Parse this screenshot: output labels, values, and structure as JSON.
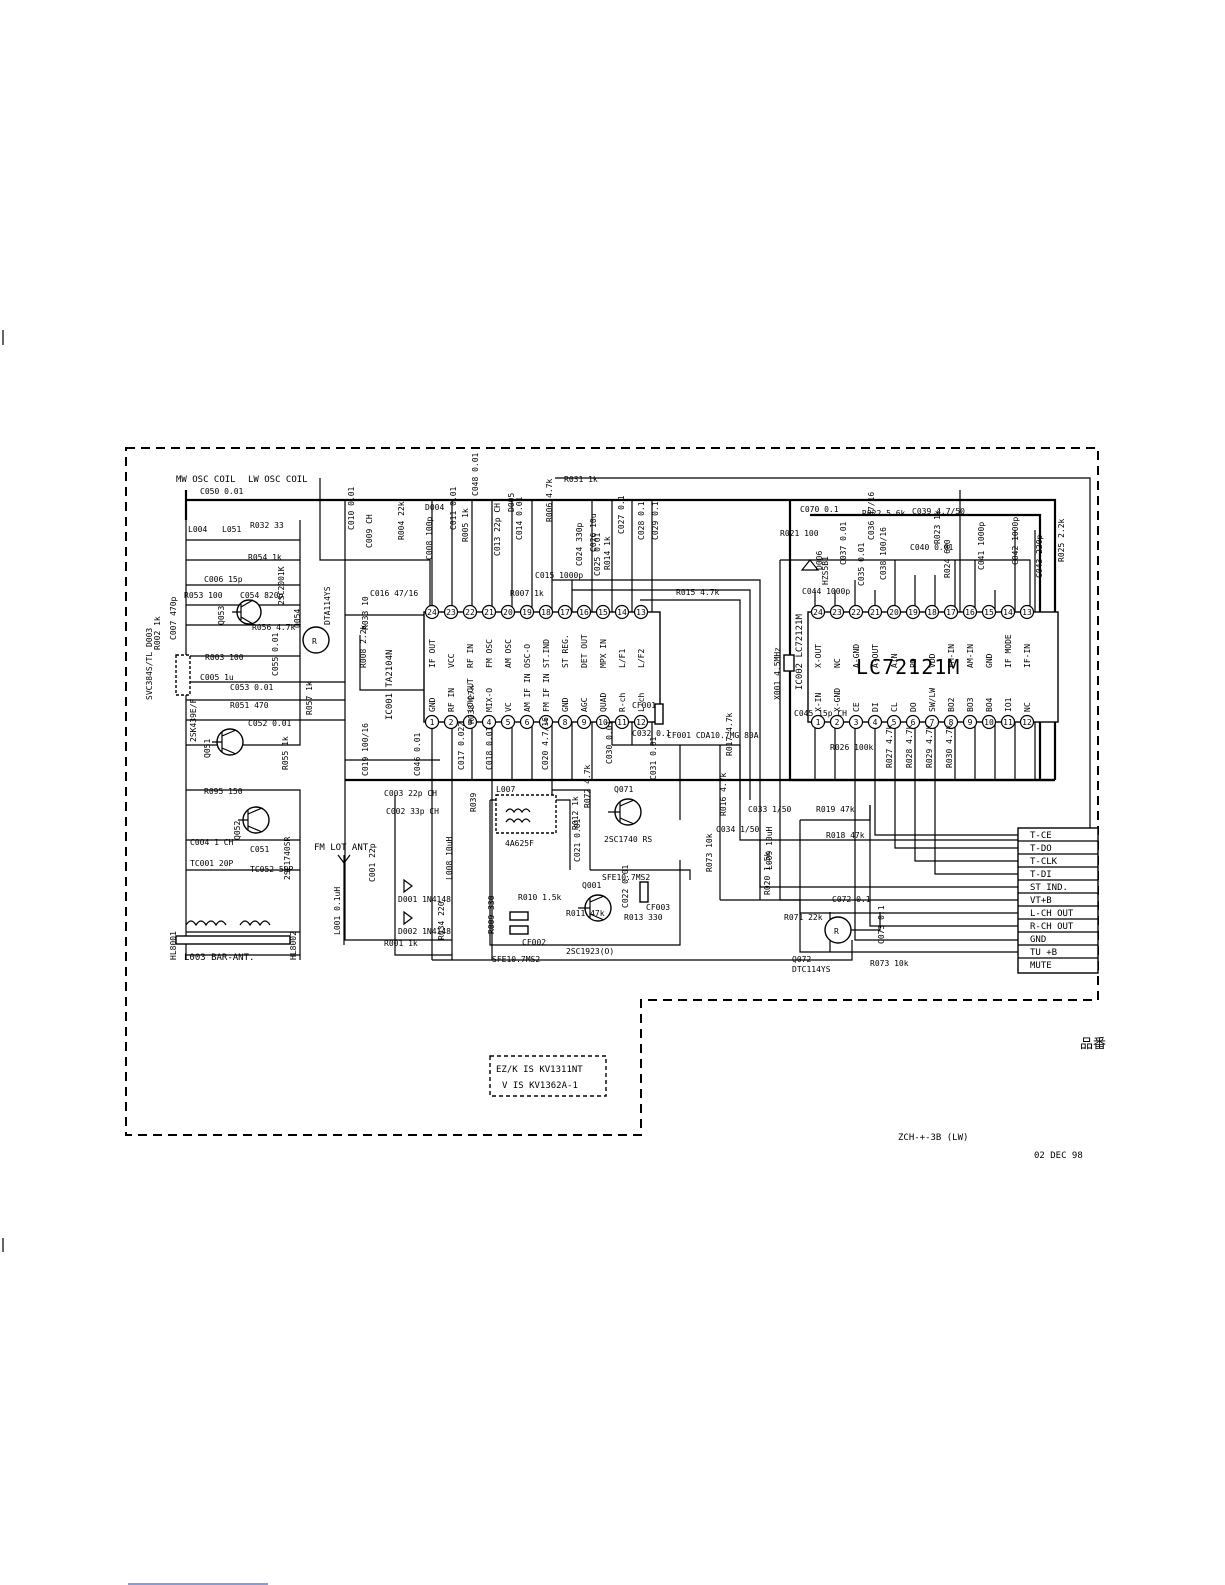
{
  "coil_labels": [
    "MW OSC COIL",
    "LW OSC COIL"
  ],
  "ic1": {
    "ref": "IC001 TA2104N",
    "top_pins": [
      {
        "n": "24",
        "f": "IF OUT"
      },
      {
        "n": "23",
        "f": "VCC"
      },
      {
        "n": "22",
        "f": "RF IN"
      },
      {
        "n": "21",
        "f": "FM OSC"
      },
      {
        "n": "20",
        "f": "AM OSC"
      },
      {
        "n": "19",
        "f": "OSC-O"
      },
      {
        "n": "18",
        "f": "ST.IND"
      },
      {
        "n": "17",
        "f": "ST REG."
      },
      {
        "n": "16",
        "f": "DET OUT"
      },
      {
        "n": "15",
        "f": "MPX IN"
      },
      {
        "n": "14",
        "f": "L/F1"
      },
      {
        "n": "13",
        "f": "L/F2"
      }
    ],
    "bottom_pins": [
      {
        "n": "1",
        "f": "GND"
      },
      {
        "n": "2",
        "f": "RF IN"
      },
      {
        "n": "3",
        "f": "LOW-CUT"
      },
      {
        "n": "4",
        "f": "MIX-O"
      },
      {
        "n": "5",
        "f": "VC"
      },
      {
        "n": "6",
        "f": "AM IF IN"
      },
      {
        "n": "7",
        "f": "FM IF IN"
      },
      {
        "n": "8",
        "f": "GND"
      },
      {
        "n": "9",
        "f": "AGC"
      },
      {
        "n": "10",
        "f": "QUAD"
      },
      {
        "n": "11",
        "f": "R-ch"
      },
      {
        "n": "12",
        "f": "L-ch"
      }
    ]
  },
  "ic2": {
    "ref": "IC002 LC72121M",
    "big_label": "LC72121M",
    "top_pins": [
      {
        "n": "24",
        "f": "X-OUT"
      },
      {
        "n": "23",
        "f": "NC"
      },
      {
        "n": "22",
        "f": "A-GND"
      },
      {
        "n": "21",
        "f": "A-OUT"
      },
      {
        "n": "20",
        "f": "AIN"
      },
      {
        "n": "19",
        "f": "PD"
      },
      {
        "n": "18",
        "f": "VDD"
      },
      {
        "n": "17",
        "f": "FM-IN"
      },
      {
        "n": "16",
        "f": "AM-IN"
      },
      {
        "n": "15",
        "f": "GND"
      },
      {
        "n": "14",
        "f": "IF MODE"
      },
      {
        "n": "13",
        "f": "IF-IN"
      }
    ],
    "bottom_pins": [
      {
        "n": "1",
        "f": "X-IN"
      },
      {
        "n": "2",
        "f": "X-GND"
      },
      {
        "n": "3",
        "f": "CE"
      },
      {
        "n": "4",
        "f": "DI"
      },
      {
        "n": "5",
        "f": "CL"
      },
      {
        "n": "6",
        "f": "DO"
      },
      {
        "n": "7",
        "f": "SW/LW"
      },
      {
        "n": "8",
        "f": "BO2"
      },
      {
        "n": "9",
        "f": "BO3"
      },
      {
        "n": "10",
        "f": "BO4"
      },
      {
        "n": "11",
        "f": "IO1"
      },
      {
        "n": "12",
        "f": "NC"
      }
    ]
  },
  "crystal_label": "X001 4.5MHz",
  "connector_pins": [
    "T-CE",
    "T-DO",
    "T-CLK",
    "T-DI",
    "ST IND.",
    "VT+B",
    "L-CH OUT",
    "R-CH OUT",
    "GND",
    "TU +B",
    "MUTE"
  ],
  "transistors": [
    {
      "ref": "Q053",
      "part": "2SC2001K"
    },
    {
      "ref": "Q054",
      "part": "DTA114YS"
    },
    {
      "ref": "Q051",
      "part": "2SK439E/F"
    },
    {
      "ref": "Q052",
      "part": "2SC1740SR"
    },
    {
      "ref": "Q001",
      "part": "2SC1923(O)"
    },
    {
      "ref": "Q071",
      "part": "2SC1740 RS"
    },
    {
      "ref": "Q072",
      "part": "DTC114YS"
    }
  ],
  "filters": {
    "cf001": "CF001 CDA10.7MG 80A",
    "l007": "L007",
    "l007_part": "4A625F",
    "cf002": "SFE10.7MS2",
    "cf002_ref": "CF002",
    "cf003": "SFE10.7MS2",
    "cf003_ref": "CF003"
  },
  "antenna": {
    "fm": "FM LOT ANT.",
    "bar": "L003 BAR-ANT.",
    "hl1": "HL8001",
    "hl2": "HL8002",
    "l001": "L001 0.1uH",
    "l008": "L008 10uH",
    "l009": "L009 10uH"
  },
  "varicap": "SVC384S/TL D003",
  "zener": "HZS5B1",
  "diodes": [
    "D001 1N4148",
    "D002 1N4148"
  ],
  "components": [
    "C050 0.01",
    "L004",
    "L051",
    "R032 33",
    "R054 1k",
    "C006 15p",
    "C054 820p",
    "R053 100",
    "R056 4.7k",
    "R002 1k",
    "C007 470p",
    "R003 100",
    "C005 1u",
    "C055 0.01",
    "C053 0.01",
    "R051 470",
    "R057 1k",
    "C052 0.01",
    "R055 1k",
    "R095 150",
    "C004 1 CH",
    "TC001 20P",
    "C051",
    "TC052 50P",
    "C002 33p CH",
    "C003 22p CH",
    "C001 22p",
    "R001 1k",
    "R034 220",
    "R033 10",
    "R008 2.2k",
    "C016 47/16",
    "C010 0.01",
    "C009 CH",
    "C008 100p",
    "R004 22k",
    "D004",
    "R005 1k",
    "C011 0.01",
    "C048 0.01",
    "D005",
    "C013 22p CH",
    "C014 0.01",
    "R006 4.7k",
    "R007 1k",
    "C015 1000p",
    "C024 330p",
    "C026 10u",
    "C025 0.01",
    "C027 0.1",
    "R014 1k",
    "R031 1k",
    "C028 0.1",
    "C029 0.1",
    "R015 4.7k",
    "C019 100/16",
    "C046 0.01",
    "C017 0.022",
    "R038 27k",
    "C018 0.01",
    "C020 4.7/16",
    "R039",
    "C021 0.01",
    "R010 1.5k",
    "R011 47k",
    "R012 1k",
    "R072 4.7k",
    "C030 0.01",
    "C022 0.01",
    "R013 330",
    "R009 330",
    "C032 0.1",
    "C031 0.01",
    "R017 4.7k",
    "R016 4.7k",
    "C033 1/50",
    "C034 1/50",
    "R019 47k",
    "R018 47k",
    "R073 10k",
    "R020 1.5k",
    "R071 22k",
    "C072 0.1",
    "C073 0.1",
    "R073 10k",
    "C070 0.1",
    "R021 100",
    "R022 5.6k",
    "C039 4.7/50",
    "C037 0.01",
    "C036 47/16",
    "C035 0.01",
    "C038 100/16",
    "C040 0.01",
    "R023 1k",
    "R024 680",
    "C041 1000p",
    "C042 1000p",
    "C043 220p",
    "R025 2.2k",
    "C044 1000p",
    "C045 15p CH",
    "R026 100k",
    "R027 4.7k",
    "R028 4.7k",
    "R029 4.7k",
    "R030 4.7k",
    "D006"
  ],
  "model_note": {
    "line1": "EZ/K IS  KV1311NT",
    "line2": "V  IS  KV1362A-1"
  },
  "side_mark": "品番",
  "drawing_id": "ZCH-+-3B (LW)",
  "drawing_date": "02  DEC  98"
}
